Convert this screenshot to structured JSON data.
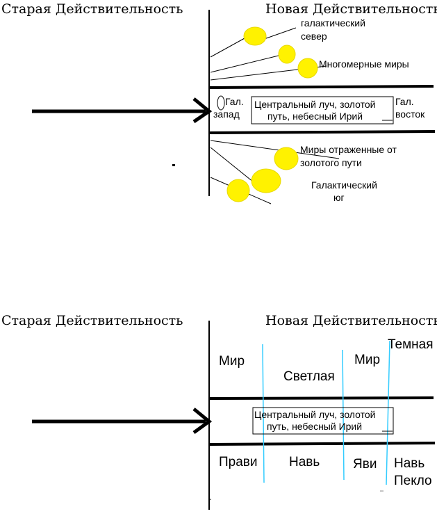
{
  "colors": {
    "ink": "#000000",
    "world": "#fff200",
    "world_stroke": "#e8d800",
    "divider": "#33ccff"
  },
  "top": {
    "old_reality": "Старая Действительность",
    "new_reality": "Новая Действительность",
    "galactic_north": [
      "галактический",
      "север"
    ],
    "multidim_worlds": "Многомерные миры",
    "gal_west": [
      "Гал.",
      "запад"
    ],
    "central_ray": [
      "Центральный луч, золотой",
      "путь, небесный Ирий"
    ],
    "gal_east": [
      "Гал.",
      "восток"
    ],
    "reflected_worlds": [
      "Миры отраженные от",
      "золотого пути"
    ],
    "galactic_south": [
      "Галактический",
      "юг"
    ]
  },
  "bottom": {
    "old_reality": "Старая Действительность",
    "new_reality": "Новая Действительность",
    "world_a": "Мир",
    "light": "Светлая",
    "world_b": "Мир",
    "dark": "Темная",
    "central_ray": [
      "Центральный луч, золотой",
      "путь, небесный Ирий"
    ],
    "pravi": "Прави",
    "nav_a": "Навь",
    "yavi": "Яви",
    "nav_b": "Навь",
    "peklo": "Пекло"
  }
}
